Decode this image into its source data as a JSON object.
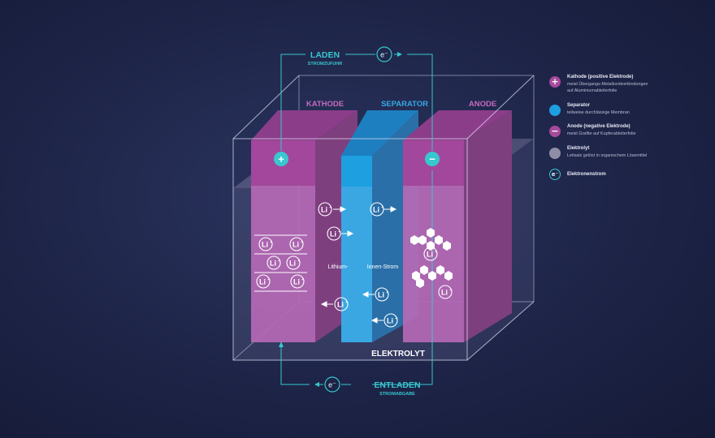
{
  "labels": {
    "laden": "LADEN",
    "stromzufuhr": "STROMZUFUHR",
    "entladen": "ENTLADEN",
    "stromabgabe": "STROMABGABE",
    "kathode": "KATHODE",
    "separator": "SEPARATOR",
    "anode": "ANODE",
    "elektrolyt": "ELEKTROLYT",
    "lithium": "Lithium-",
    "ionen_strom": "Ionen-Strom",
    "electron": "e⁻",
    "li": "Li",
    "plus": "+",
    "minus": "−"
  },
  "legend": [
    {
      "title": "Kathode (positive Elektrode)",
      "desc": "meist Übergangs-Metalloxidverbindungen",
      "desc2": "auf Aluminiumableiterfolie",
      "symbol": "+",
      "color": "#a64a9c"
    },
    {
      "title": "Separator",
      "desc": "teilweise durchlässige Membran",
      "desc2": "",
      "symbol": "",
      "color": "#1e9fe0"
    },
    {
      "title": "Anode (negative Elektrode)",
      "desc": "meist Grafite auf Kupferableiterfolie",
      "desc2": "",
      "symbol": "−",
      "color": "#a64a9c"
    },
    {
      "title": "Elektrolyt",
      "desc": "Leitsalz gelöst in organischem Lösemittel",
      "desc2": "",
      "symbol": "",
      "color": "#8f8ea6"
    },
    {
      "title": "Elektronenstrom",
      "desc": "",
      "desc2": "",
      "symbol": "e⁻",
      "color": "#38c6cf"
    }
  ],
  "colors": {
    "accent": "#38c6cf",
    "electrode": "#b060b0",
    "electrode_top": "#8c3d8a",
    "separator": "#2aa6e0"
  }
}
